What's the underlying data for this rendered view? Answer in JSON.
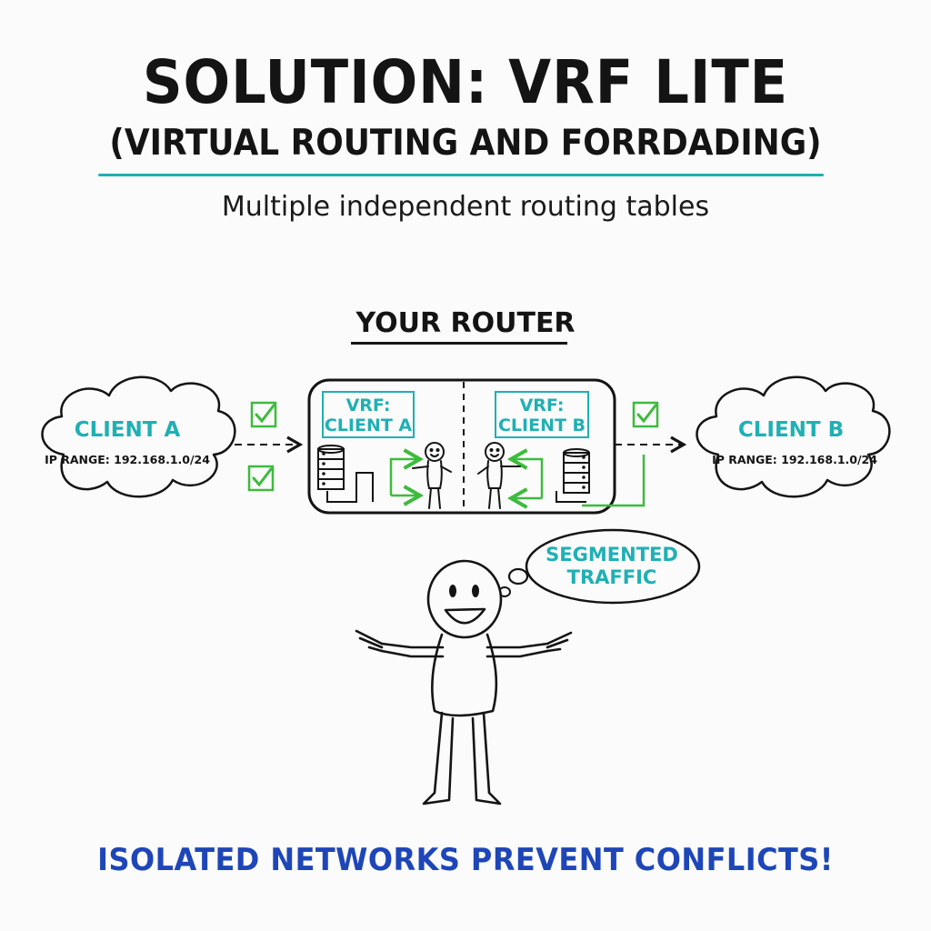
{
  "header": {
    "title": "SOLUTION: VRF LITE",
    "subtitle": "(VIRTUAL ROUTING AND FORRDADING)",
    "tagline": "Multiple independent routing tables"
  },
  "router": {
    "label": "YOUR ROUTER",
    "vrf_left": {
      "line1": "VRF:",
      "line2": "CLIENT A"
    },
    "vrf_right": {
      "line1": "VRF:",
      "line2": "CLIENT B"
    }
  },
  "clients": {
    "a": {
      "name": "CLIENT A",
      "ip": "IP RANGE: 192.168.1.0/24"
    },
    "b": {
      "name": "CLIENT B",
      "ip": "IP RANGE: 192.168.1.0/24"
    }
  },
  "thought": {
    "line1": "SEGMENTED",
    "line2": "TRAFFIC"
  },
  "footer": {
    "message": "ISOLATED NETWORKS PREVENT CONFLICTS!"
  },
  "colors": {
    "teal": "#1fb0b4",
    "green": "#3dbb3d",
    "blue": "#1e46b8",
    "ink": "#141414"
  },
  "icons": [
    "check-icon",
    "server-icon",
    "stick-figure-icon",
    "cloud-icon"
  ]
}
